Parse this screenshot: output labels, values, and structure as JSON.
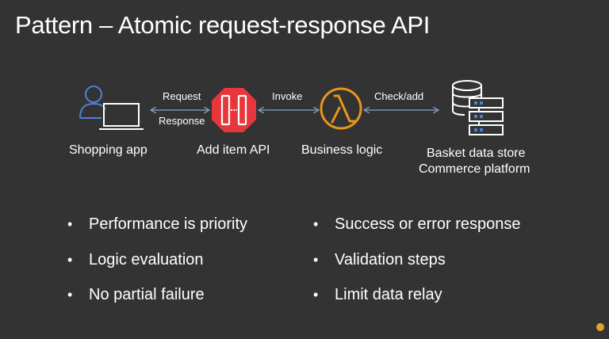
{
  "slide": {
    "title": "Pattern – Atomic request-response API"
  },
  "diagram": {
    "nodes": [
      {
        "id": "shopping-app",
        "label": "Shopping app",
        "icon": "user-laptop-icon"
      },
      {
        "id": "add-item-api",
        "label": "Add item API",
        "icon": "api-gateway-icon"
      },
      {
        "id": "business-logic",
        "label": "Business logic",
        "icon": "lambda-icon"
      },
      {
        "id": "basket-store",
        "label": "Basket data store",
        "label2": "Commerce platform",
        "icon": "database-server-icon"
      }
    ],
    "edges": [
      {
        "from": "shopping-app",
        "to": "add-item-api",
        "label_top": "Request",
        "label_bottom": "Response"
      },
      {
        "from": "add-item-api",
        "to": "business-logic",
        "label_top": "Invoke"
      },
      {
        "from": "business-logic",
        "to": "basket-store",
        "label_top": "Check/add"
      }
    ]
  },
  "bullets": {
    "left": [
      "Performance is priority",
      "Logic evaluation",
      "No partial failure"
    ],
    "right": [
      "Success or error response",
      "Validation steps",
      "Limit data relay"
    ],
    "marker": "•"
  },
  "colors": {
    "background": "#333333",
    "api_red": "#e8373c",
    "lambda_orange": "#e8961e",
    "user_blue": "#4f7fd8",
    "arrow": "#8aa4c8",
    "indicator": "#e0a526"
  }
}
